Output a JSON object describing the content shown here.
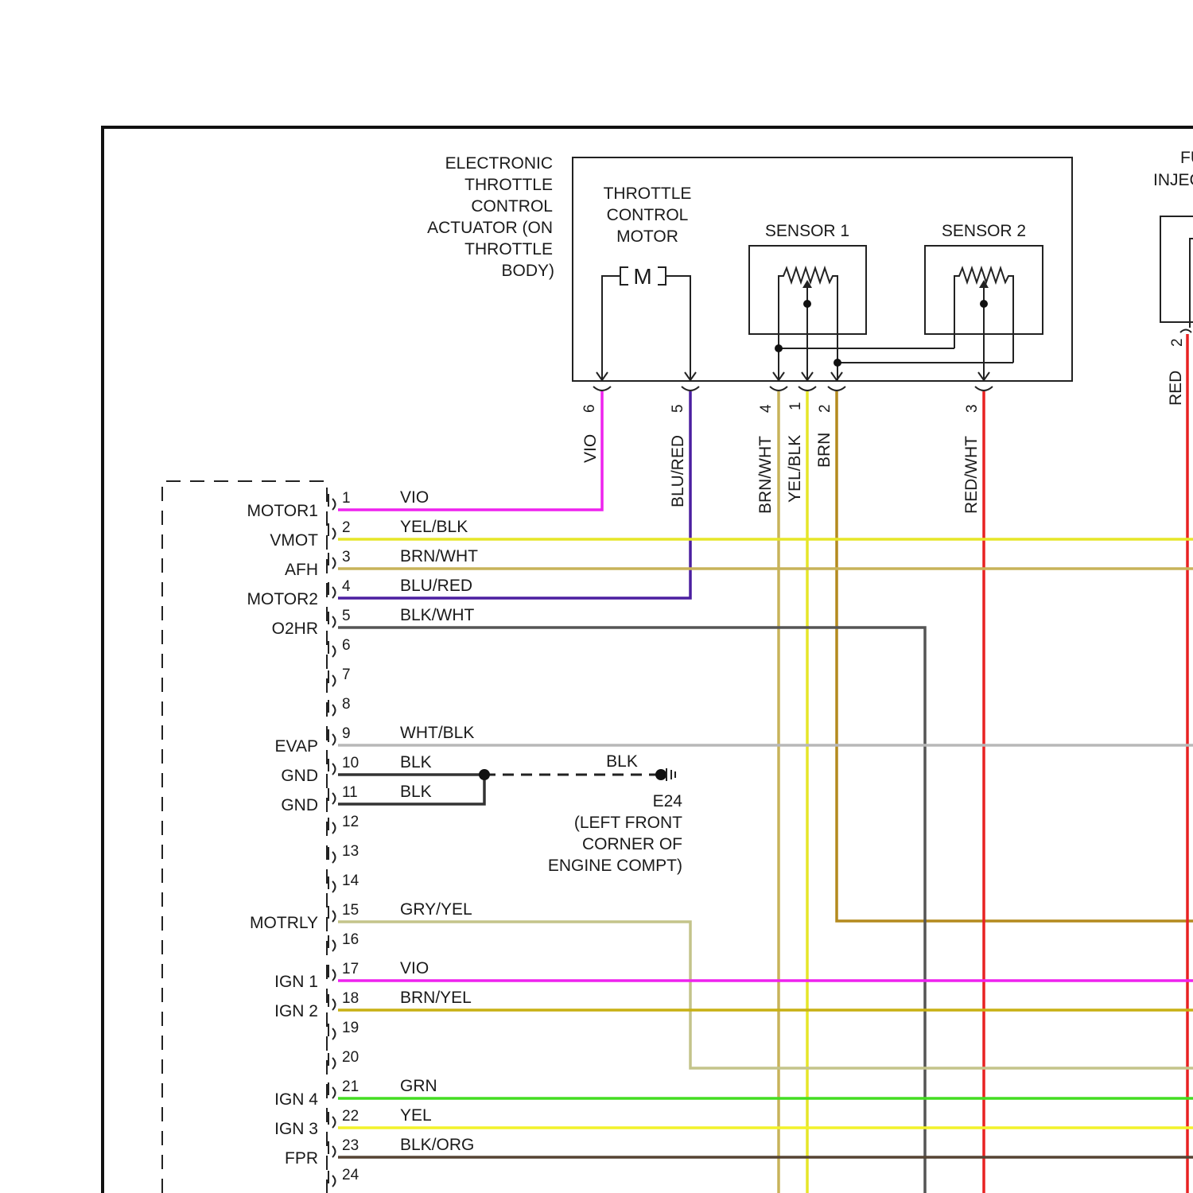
{
  "actuator": {
    "title_lines": [
      "ELECTRONIC",
      "THROTTLE",
      "CONTROL",
      "ACTUATOR (ON",
      "THROTTLE",
      "BODY)"
    ],
    "motor_title_lines": [
      "THROTTLE",
      "CONTROL",
      "MOTOR"
    ],
    "motor_symbol": "M",
    "sensor1_label": "SENSOR 1",
    "sensor2_label": "SENSOR 2",
    "pins": [
      {
        "num": "6",
        "wire": "VIO",
        "color": "#ee22ee"
      },
      {
        "num": "5",
        "wire": "BLU/RED",
        "color": "#4b1fa0"
      },
      {
        "num": "4",
        "wire": "BRN/WHT",
        "color": "#c8b35a"
      },
      {
        "num": "1",
        "wire": "YEL/BLK",
        "color": "#e6e629"
      },
      {
        "num": "2",
        "wire": "BRN",
        "color": "#b48a1e"
      },
      {
        "num": "3",
        "wire": "RED/WHT",
        "color": "#e82222"
      }
    ]
  },
  "injector": {
    "title_lines": [
      "FU",
      "INJEC"
    ],
    "pin_num": "2",
    "wire": "RED",
    "color": "#e82222"
  },
  "pcm_pins": [
    {
      "num": "1",
      "name": "MOTOR1",
      "wire": "VIO",
      "color": "#ee22ee"
    },
    {
      "num": "2",
      "name": "VMOT",
      "wire": "YEL/BLK",
      "color": "#e6e629"
    },
    {
      "num": "3",
      "name": "AFH",
      "wire": "BRN/WHT",
      "color": "#c8b35a"
    },
    {
      "num": "4",
      "name": "MOTOR2",
      "wire": "BLU/RED",
      "color": "#4b1fa0"
    },
    {
      "num": "5",
      "name": "O2HR",
      "wire": "BLK/WHT",
      "color": "#555555"
    },
    {
      "num": "6",
      "name": "",
      "wire": "",
      "color": ""
    },
    {
      "num": "7",
      "name": "",
      "wire": "",
      "color": ""
    },
    {
      "num": "8",
      "name": "",
      "wire": "",
      "color": ""
    },
    {
      "num": "9",
      "name": "EVAP",
      "wire": "WHT/BLK",
      "color": "#b8b8b8"
    },
    {
      "num": "10",
      "name": "GND",
      "wire": "BLK",
      "color": "#333333"
    },
    {
      "num": "11",
      "name": "GND",
      "wire": "BLK",
      "color": "#333333"
    },
    {
      "num": "12",
      "name": "",
      "wire": "",
      "color": ""
    },
    {
      "num": "13",
      "name": "",
      "wire": "",
      "color": ""
    },
    {
      "num": "14",
      "name": "",
      "wire": "",
      "color": ""
    },
    {
      "num": "15",
      "name": "MOTRLY",
      "wire": "GRY/YEL",
      "color": "#c4c48a"
    },
    {
      "num": "16",
      "name": "",
      "wire": "",
      "color": ""
    },
    {
      "num": "17",
      "name": "IGN 1",
      "wire": "VIO",
      "color": "#ee22ee"
    },
    {
      "num": "18",
      "name": "IGN 2",
      "wire": "BRN/YEL",
      "color": "#c8b014"
    },
    {
      "num": "19",
      "name": "",
      "wire": "",
      "color": ""
    },
    {
      "num": "20",
      "name": "",
      "wire": "",
      "color": ""
    },
    {
      "num": "21",
      "name": "IGN 4",
      "wire": "GRN",
      "color": "#44dd22"
    },
    {
      "num": "22",
      "name": "IGN 3",
      "wire": "YEL",
      "color": "#f2f22a"
    },
    {
      "num": "23",
      "name": "FPR",
      "wire": "BLK/ORG",
      "color": "#554433"
    },
    {
      "num": "24",
      "name": "",
      "wire": "",
      "color": ""
    }
  ],
  "ground": {
    "wire": "BLK",
    "id": "E24",
    "location_lines": [
      "(LEFT FRONT",
      "CORNER OF",
      "ENGINE COMPT)"
    ]
  }
}
